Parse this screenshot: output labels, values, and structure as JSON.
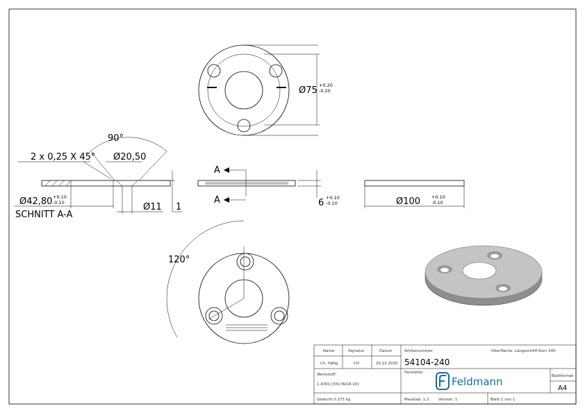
{
  "dimensions": {
    "top_diameter": "Ø75",
    "top_tol_plus": "+0.20",
    "top_tol_minus": "-0.20",
    "angle_90": "90°",
    "chamfer": "2 x 0,25 X 45°",
    "inner_diameter": "Ø20,50",
    "section_diameter": "Ø42,80",
    "section_tol_plus": "+0.10",
    "section_tol_minus": "-0.10",
    "hole_diameter": "Ø11",
    "chamfer_depth": "1",
    "section_label": "SCHNITT A-A",
    "section_mark_top": "A",
    "section_mark_bottom": "A",
    "thickness": "6",
    "thickness_tol_plus": "+0.10",
    "thickness_tol_minus": "-0.10",
    "outer_diameter": "Ø100",
    "outer_tol_plus": "+0.10",
    "outer_tol_minus": "-0.10",
    "angle_120": "120°"
  },
  "title_block": {
    "name_label": "Name",
    "signatur_label": "Signatur",
    "datum_label": "Datum",
    "name": "Ch. Häfig",
    "signatur": "CH",
    "datum": "20.10.2020",
    "artikel_label": "Artikelnummer",
    "artikel": "54104-240",
    "oberflaeche": "Oberfläche:  Längsschliff Korn 240",
    "werkstoff_label": "Werkstoff:",
    "werkstoff": "1.4301 [X5CrNi18-10]",
    "hersteller_label": "Hersteller",
    "logo_text": "Feldmann",
    "blattformat_label": "Blattformat",
    "blattformat": "A4",
    "gewicht": "Gewicht 0.273 kg",
    "masstab": "Masstab: 1:2",
    "version": "Version: 1",
    "blatt": "Blatt 1 von 1"
  },
  "colors": {
    "logo": "#1a6aa0"
  }
}
